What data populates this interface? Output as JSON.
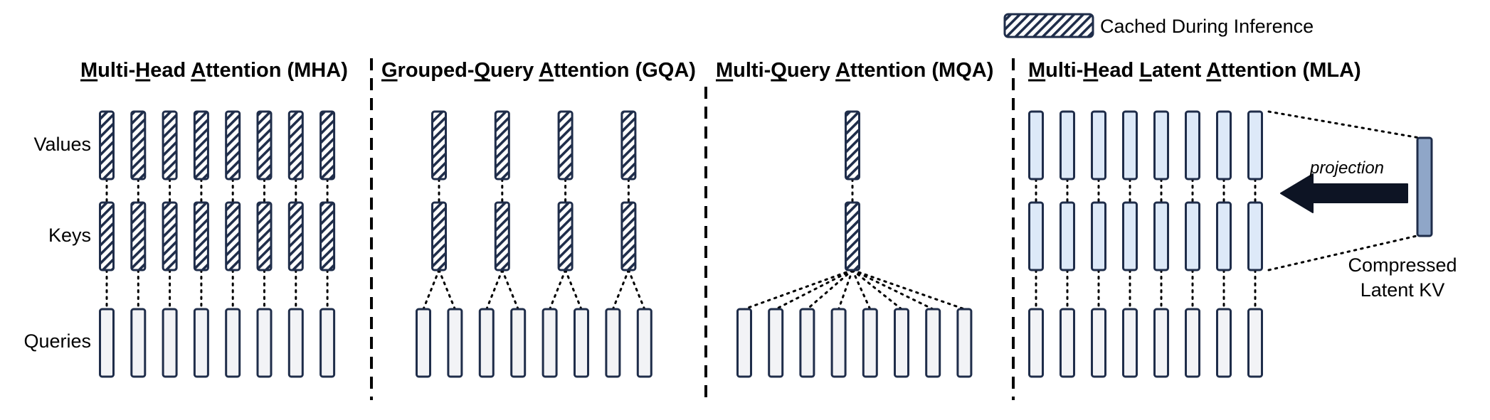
{
  "legend": {
    "label": "Cached During Inference"
  },
  "row_labels": {
    "values": "Values",
    "keys": "Keys",
    "queries": "Queries"
  },
  "panels": [
    {
      "id": "mha",
      "title": "Multi-Head Attention (MHA)",
      "underlined_letters": [
        "M",
        "H",
        "A"
      ],
      "value_heads": 8,
      "key_heads": 8,
      "query_heads": 8,
      "kv_cached": true,
      "grouping": "one key/value head per query head"
    },
    {
      "id": "gqa",
      "title": "Grouped-Query Attention (GQA)",
      "underlined_letters": [
        "G",
        "Q",
        "A"
      ],
      "value_heads": 4,
      "key_heads": 4,
      "query_heads": 8,
      "kv_cached": true,
      "grouping": "one key/value head per 2 query heads"
    },
    {
      "id": "mqa",
      "title": "Multi-Query Attention (MQA)",
      "underlined_letters": [
        "M",
        "Q",
        "A"
      ],
      "value_heads": 1,
      "key_heads": 1,
      "query_heads": 8,
      "kv_cached": true,
      "grouping": "one key/value head shared by all 8 query heads"
    },
    {
      "id": "mla",
      "title": "Multi-Head Latent Attention (MLA)",
      "underlined_letters": [
        "M",
        "L",
        "A"
      ],
      "value_heads": 8,
      "key_heads": 8,
      "query_heads": 8,
      "kv_cached": false,
      "grouping": "keys/values projected from a compressed latent KV"
    }
  ],
  "mla": {
    "projection_label": "projection",
    "latent_label_line1": "Compressed",
    "latent_label_line2": "Latent KV"
  },
  "colors": {
    "outline": "#1f2d4a",
    "query_fill": "#f2f3f6",
    "mla_kv_fill": "#dde9f8",
    "latent_fill": "#8fa6c8",
    "arrow": "#0d1424"
  }
}
